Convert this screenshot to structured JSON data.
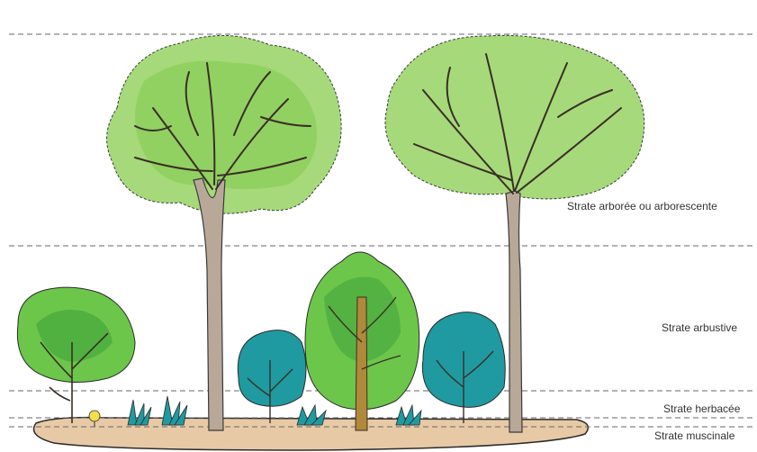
{
  "strata": [
    {
      "key": "arboree",
      "label": "Strate arborée ou arborescente"
    },
    {
      "key": "arbustive",
      "label": "Strate arbustive"
    },
    {
      "key": "herbacee",
      "label": "Strate herbacée"
    },
    {
      "key": "muscinale",
      "label": "Strate muscinale"
    }
  ],
  "colors": {
    "light_foliage": "#a6d97a",
    "mid_foliage": "#6cc64a",
    "dark_foliage": "#3fa33a",
    "teal_shrub": "#1f9aa0",
    "trunk": "#b8a898",
    "shrub_trunk": "#b08a3a",
    "ground": "#e8c9a6",
    "divider": "#666666"
  }
}
